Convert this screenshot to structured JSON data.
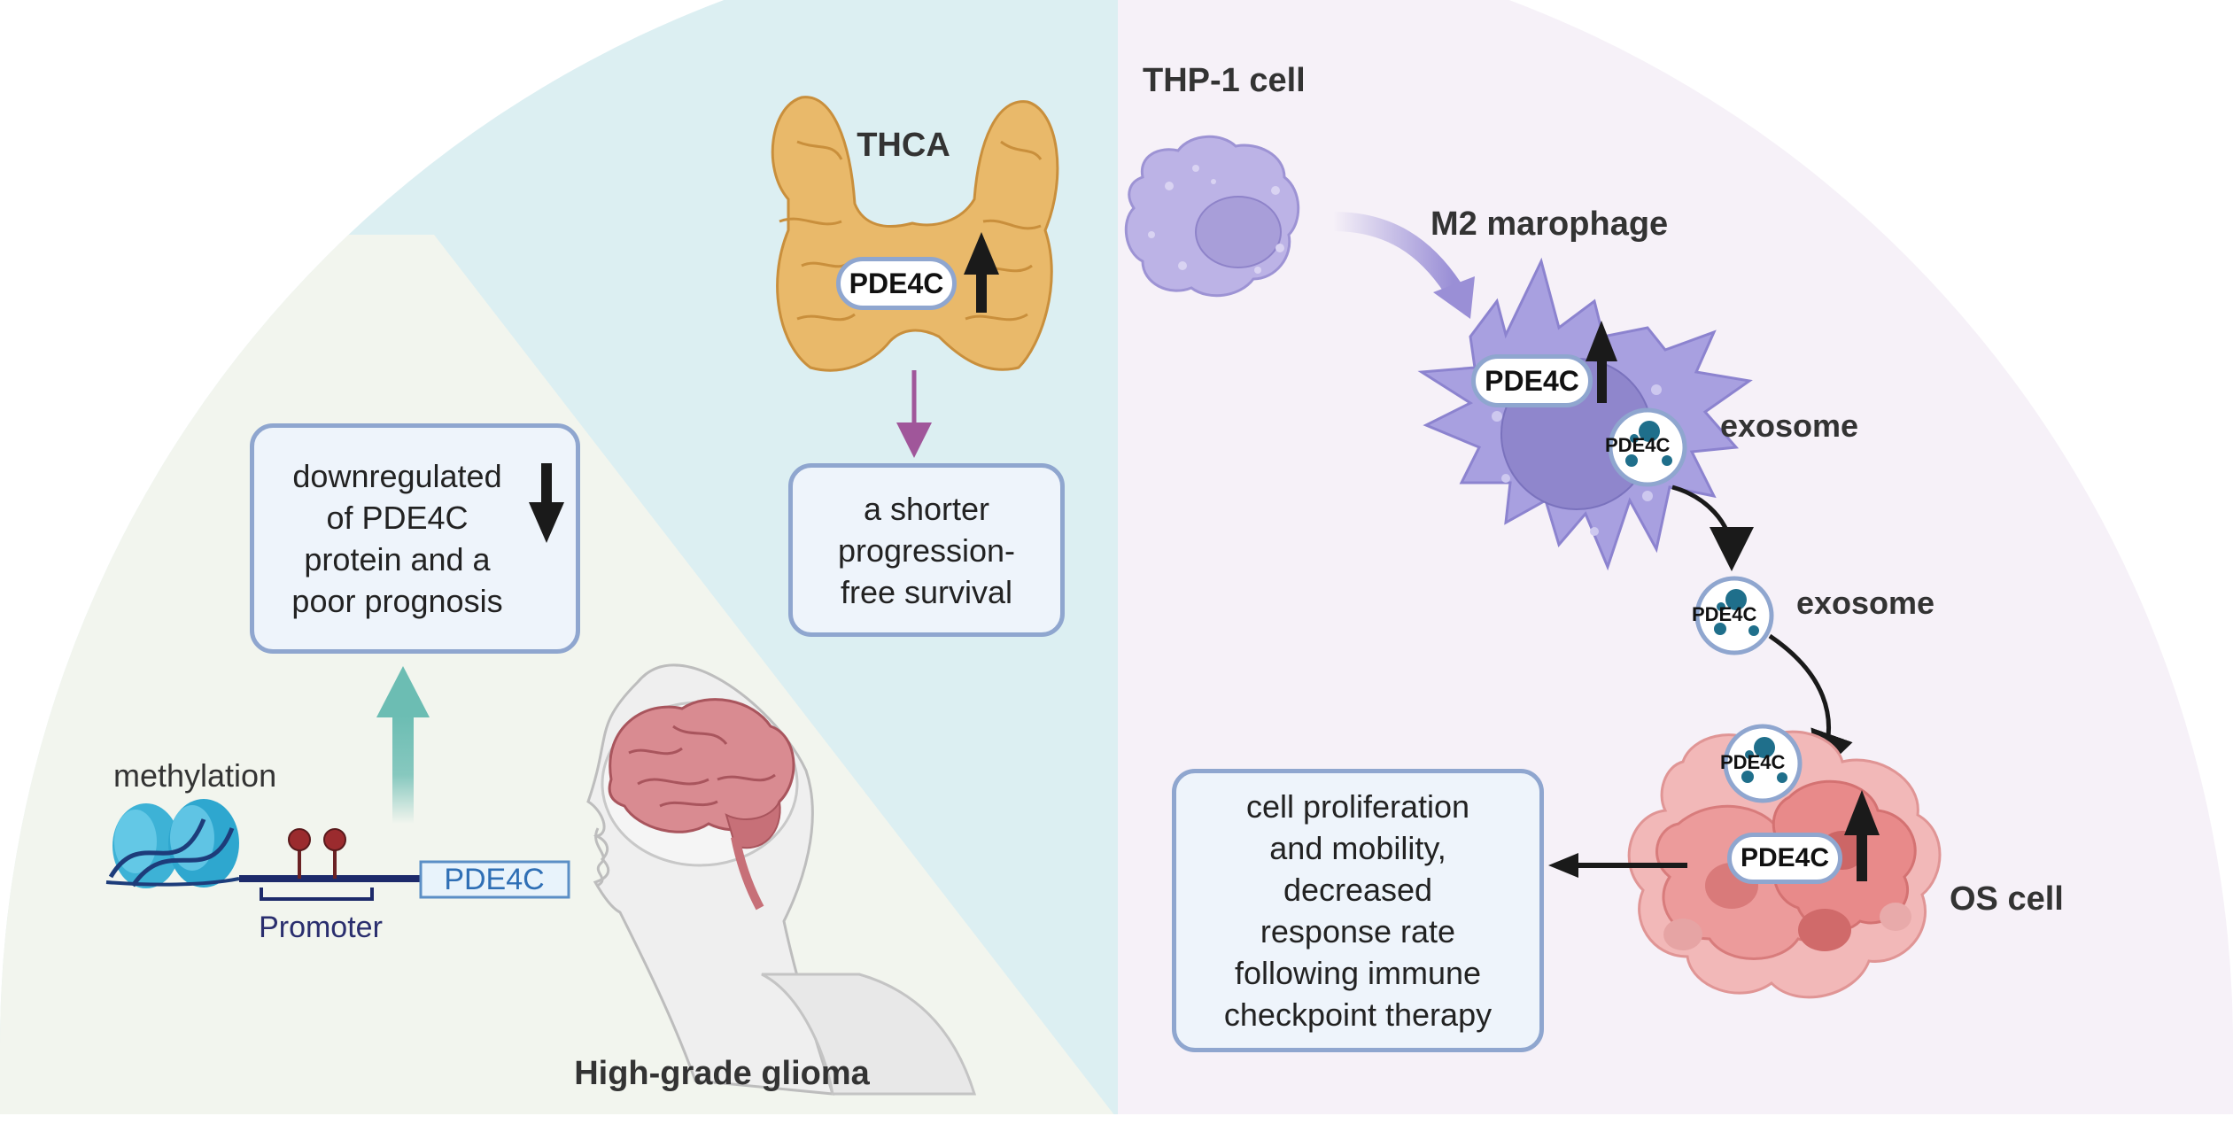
{
  "glioma": {
    "box_lines": [
      "downregulated",
      "of PDE4C",
      "protein and a",
      "poor prognosis"
    ],
    "methylation_label": "methylation",
    "promoter_label": "Promoter",
    "gene_label": "PDE4C",
    "title": "High-grade glioma"
  },
  "thca": {
    "title": "THCA",
    "marker_label": "PDE4C",
    "box_lines": [
      "a shorter",
      "progression-",
      "free survival"
    ]
  },
  "os": {
    "thp1_label": "THP-1 cell",
    "m2_label": "M2 marophage",
    "macrophage_marker": "PDE4C",
    "exosome_inner_label": "PDE4C",
    "exosome_label_1": "exosome",
    "exosome_label_2": "exosome",
    "free_exosome_label": "PDE4C",
    "uptake_exosome_label": "PDE4C",
    "os_marker": "PDE4C",
    "os_label": "OS cell",
    "box_lines": [
      "cell proliferation",
      "and mobility,",
      "decreased",
      "response rate",
      "following immune",
      "checkpoint therapy"
    ]
  },
  "colors": {
    "glioma_bg": "#f2f5ee",
    "thca_bg": "#dceff2",
    "os_bg": "#f6f1f8",
    "box_border": "#8fa6cf",
    "box_fill": "#eef4fb",
    "teal_arrow": "#6cbdb3",
    "purple_arrow": "#a0569a"
  },
  "icons": [
    "nucleosome-icon",
    "brain-head-icon",
    "thyroid-icon",
    "thp1-cell-icon",
    "macrophage-icon",
    "exosome-icon",
    "os-cell-cluster-icon"
  ]
}
